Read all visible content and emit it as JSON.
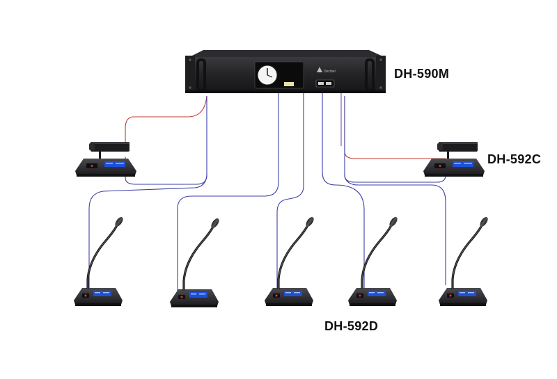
{
  "labels": {
    "main_unit": "DH-590M",
    "chairman_unit": "DH-592C",
    "delegate_unit": "DH-592D"
  },
  "main_unit": {
    "brand_mark": "Decibel",
    "type": "rack-mount-controller"
  },
  "devices": {
    "chairman_units": 2,
    "delegate_units": 5
  },
  "colors": {
    "cable_blue": "#3b3fa6",
    "cable_red": "#c0392b",
    "device_body": "#2a2a2e",
    "screen_blue": "#1e4fd8",
    "label_text": "#111111"
  }
}
